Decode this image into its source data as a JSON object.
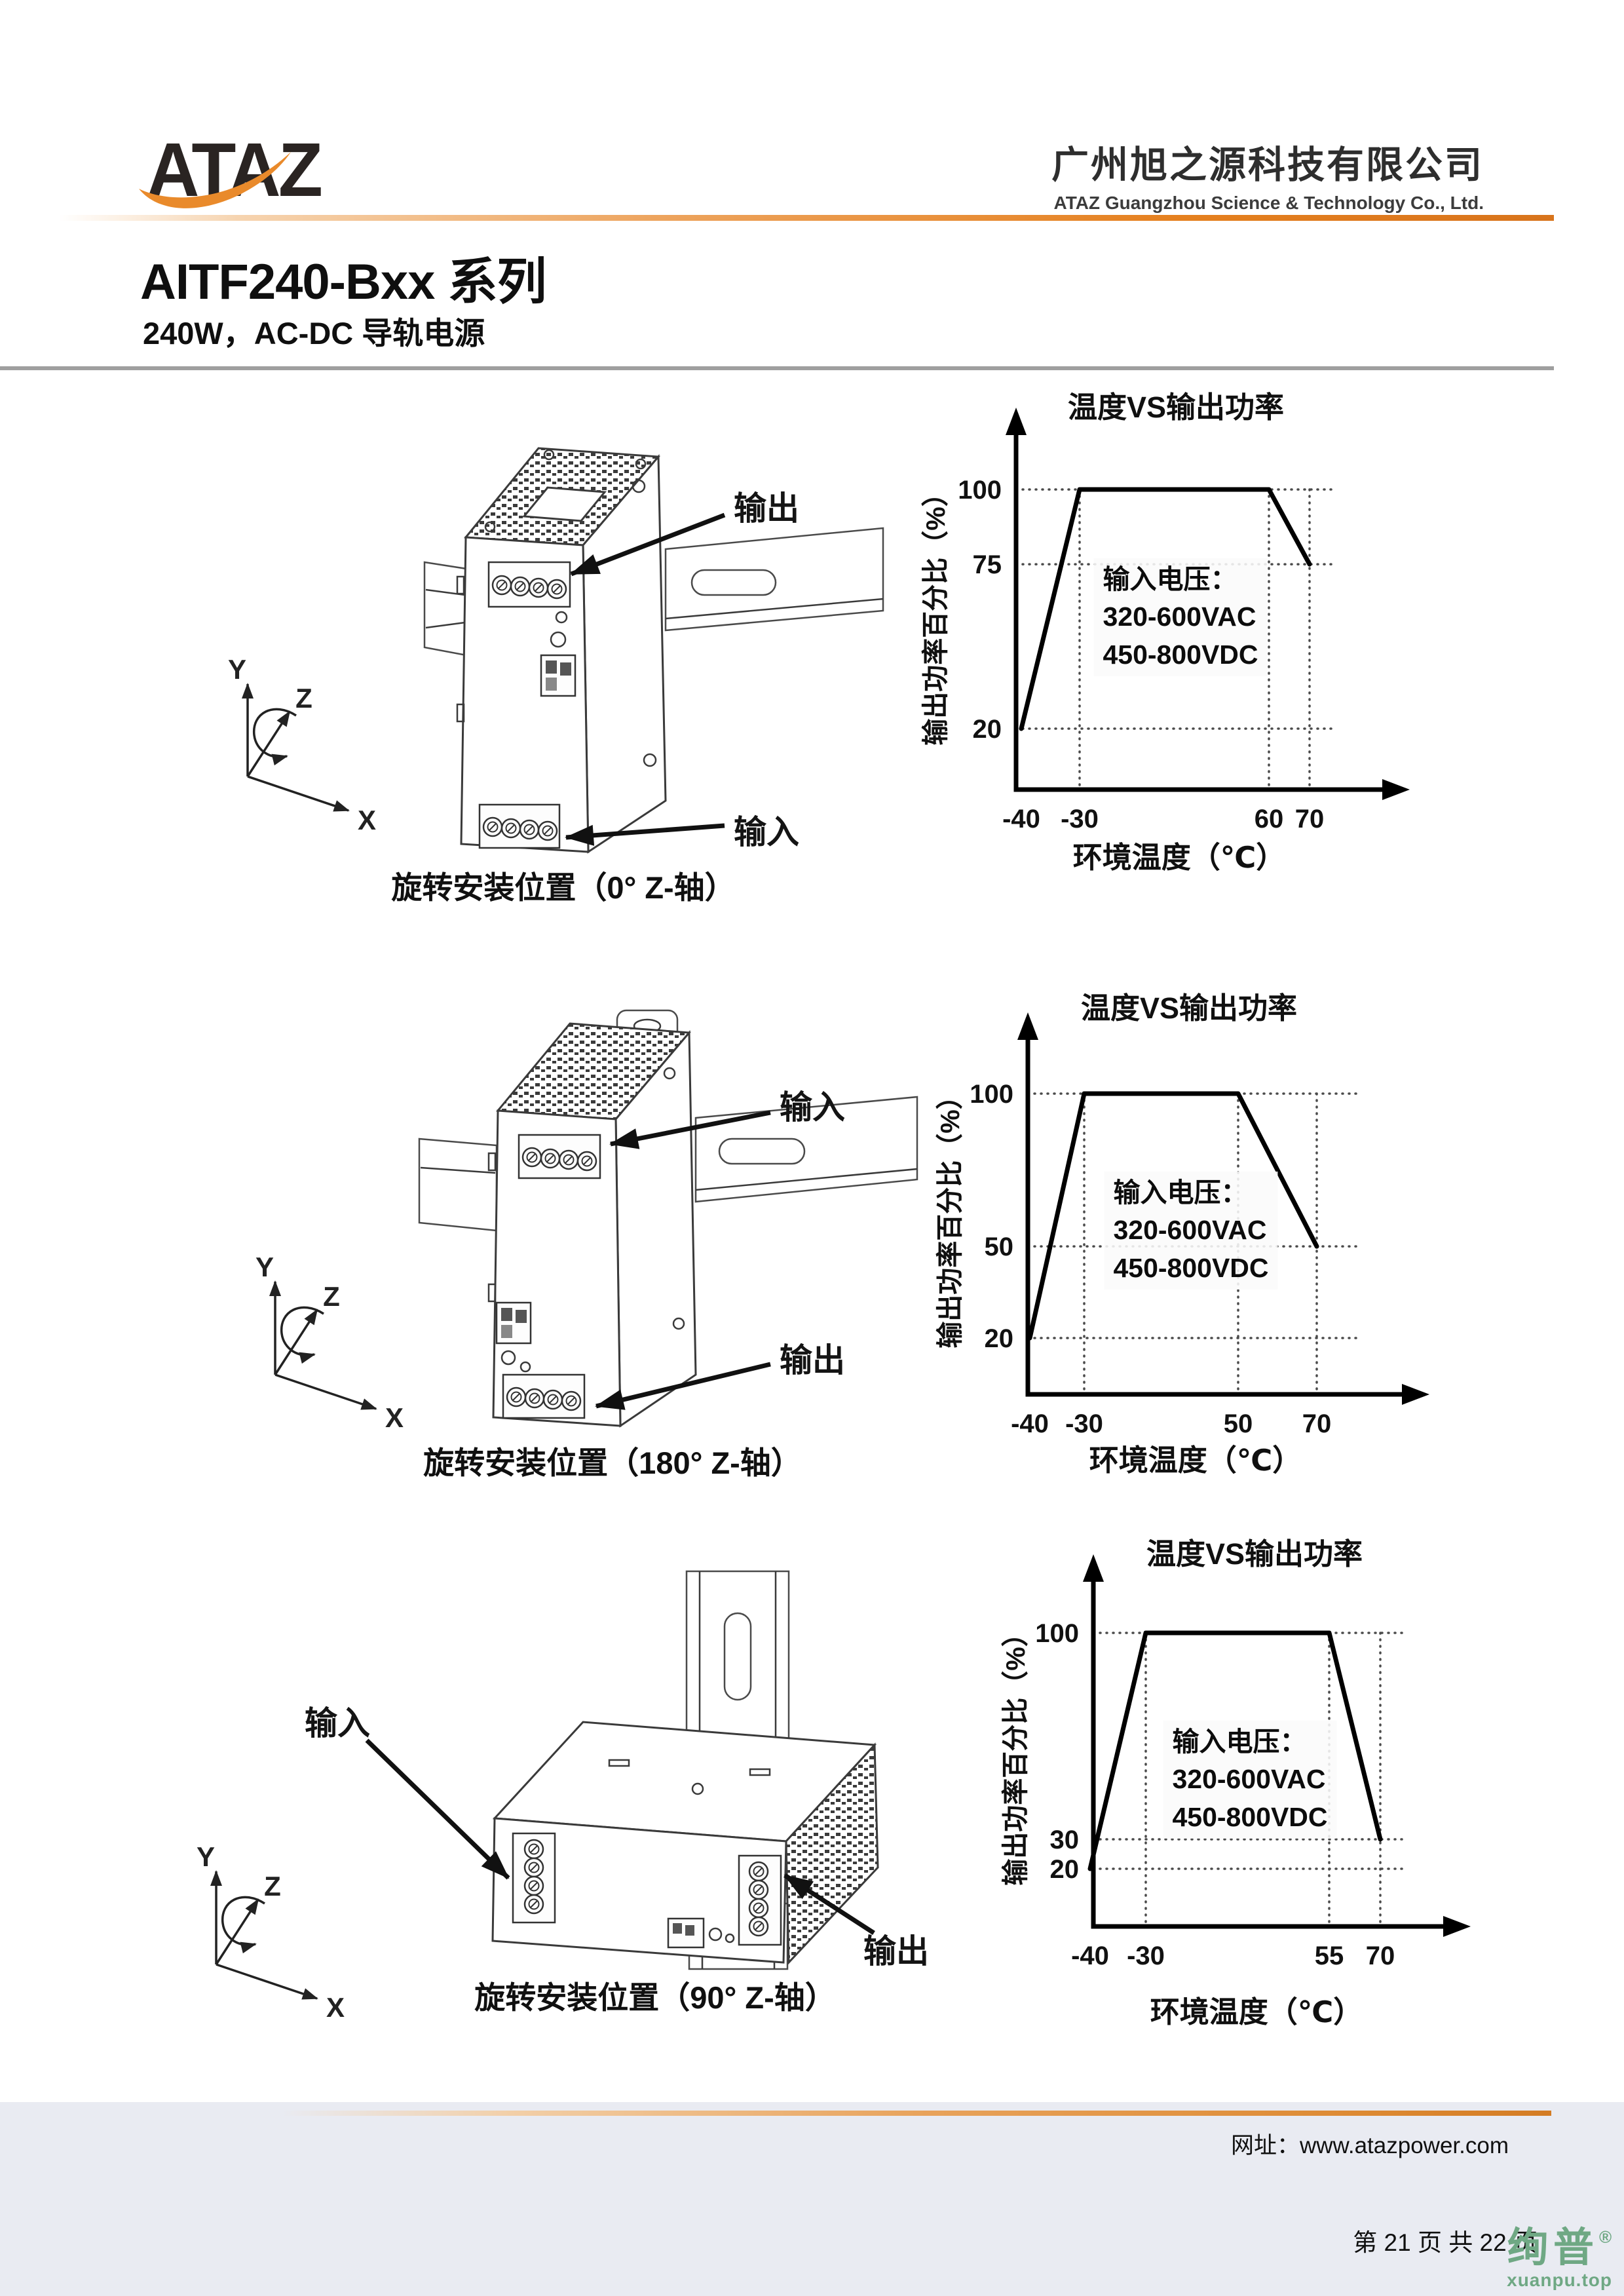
{
  "header": {
    "logo_text": "ATAZ",
    "company_cn": "广州旭之源科技有限公司",
    "company_en": "ATAZ Guangzhou Science & Technology Co., Ltd.",
    "series_title": "AITF240-Bxx 系列",
    "series_subtitle": "240W，AC-DC 导轨电源",
    "accent_color": "#e5801f"
  },
  "axes": {
    "x": "X",
    "y": "Y",
    "z": "Z"
  },
  "diagrams": [
    {
      "caption": "旋转安装位置（0° Z-轴）",
      "top_label": "输出",
      "bottom_label": "输入"
    },
    {
      "caption": "旋转安装位置（180° Z-轴）",
      "top_label": "输入",
      "bottom_label": "输出"
    },
    {
      "caption": "旋转安装位置（90° Z-轴）",
      "left_label": "输入",
      "right_label": "输出"
    }
  ],
  "chart_data": [
    {
      "type": "line",
      "title": "温度VS输出功率",
      "ylabel": "输出功率百分比（%）",
      "xlabel": "环境温度（℃）",
      "annotation": [
        "输入电压：",
        "320-600VAC",
        "450-800VDC"
      ],
      "x_ticks": [
        -40,
        -30,
        60,
        70
      ],
      "y_ticks": [
        100,
        75,
        20
      ],
      "line": [
        [
          -40,
          20
        ],
        [
          -30,
          100
        ],
        [
          60,
          100
        ],
        [
          70,
          75
        ]
      ],
      "xlim": [
        -40,
        80
      ],
      "ylim": [
        0,
        110
      ],
      "grid": "dotted"
    },
    {
      "type": "line",
      "title": "温度VS输出功率",
      "ylabel": "输出功率百分比（%）",
      "xlabel": "环境温度（℃）",
      "annotation": [
        "输入电压：",
        "320-600VAC",
        "450-800VDC"
      ],
      "x_ticks": [
        -40,
        -30,
        50,
        70
      ],
      "y_ticks": [
        100,
        50,
        20
      ],
      "line": [
        [
          -40,
          20
        ],
        [
          -30,
          100
        ],
        [
          50,
          100
        ],
        [
          70,
          50
        ]
      ],
      "xlim": [
        -40,
        80
      ],
      "ylim": [
        0,
        110
      ],
      "grid": "dotted"
    },
    {
      "type": "line",
      "title": "温度VS输出功率",
      "ylabel": "输出功率百分比（%）",
      "xlabel": "环境温度（℃）",
      "annotation": [
        "输入电压：",
        "320-600VAC",
        "450-800VDC"
      ],
      "x_ticks": [
        -40,
        -30,
        55,
        70
      ],
      "y_ticks": [
        100,
        30,
        20
      ],
      "line": [
        [
          -40,
          20
        ],
        [
          -30,
          100
        ],
        [
          55,
          100
        ],
        [
          70,
          30
        ]
      ],
      "xlim": [
        -40,
        80
      ],
      "ylim": [
        0,
        110
      ],
      "grid": "dotted"
    }
  ],
  "footer": {
    "website_label": "网址：",
    "website_url": "www.atazpower.com",
    "page_info": "第 21 页 共 22 页",
    "watermark_cn": "绚普",
    "watermark_reg": "®",
    "watermark_domain": "xuanpu.top",
    "watermark_color": "#6fa884"
  }
}
